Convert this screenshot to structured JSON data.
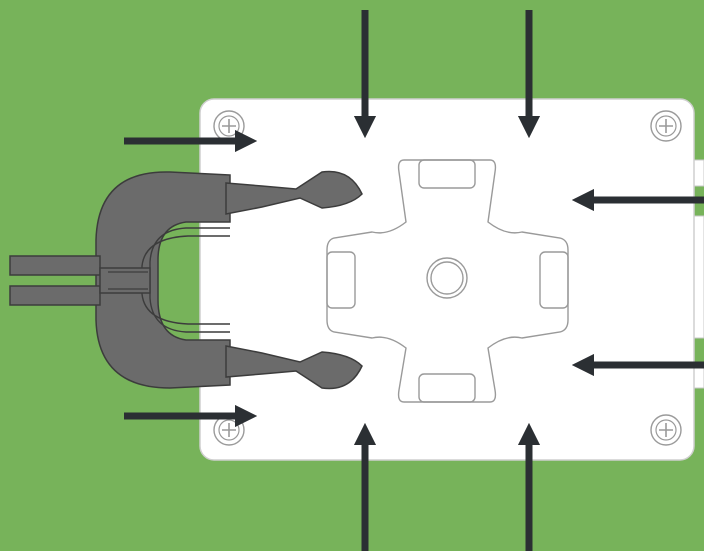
{
  "colors": {
    "background": "#77b35a",
    "plate": "#ffffff",
    "plate_outline": "#c9c9c9",
    "clip_fill": "#6b6b6b",
    "clip_outline": "#3c3c3c",
    "arrow": "#2b2f33",
    "rotor_outline": "#9a9a9a"
  },
  "icons": {
    "screw": "phillips-screw-icon",
    "arrow": "force-arrow-icon"
  },
  "arrows": [
    {
      "name": "arrow-top-left",
      "direction": "down"
    },
    {
      "name": "arrow-top-right",
      "direction": "down"
    },
    {
      "name": "arrow-bottom-left",
      "direction": "up"
    },
    {
      "name": "arrow-bottom-right",
      "direction": "up"
    },
    {
      "name": "arrow-right-upper",
      "direction": "left"
    },
    {
      "name": "arrow-right-lower",
      "direction": "left"
    },
    {
      "name": "arrow-left-upper",
      "direction": "right"
    },
    {
      "name": "arrow-left-lower",
      "direction": "right"
    }
  ]
}
